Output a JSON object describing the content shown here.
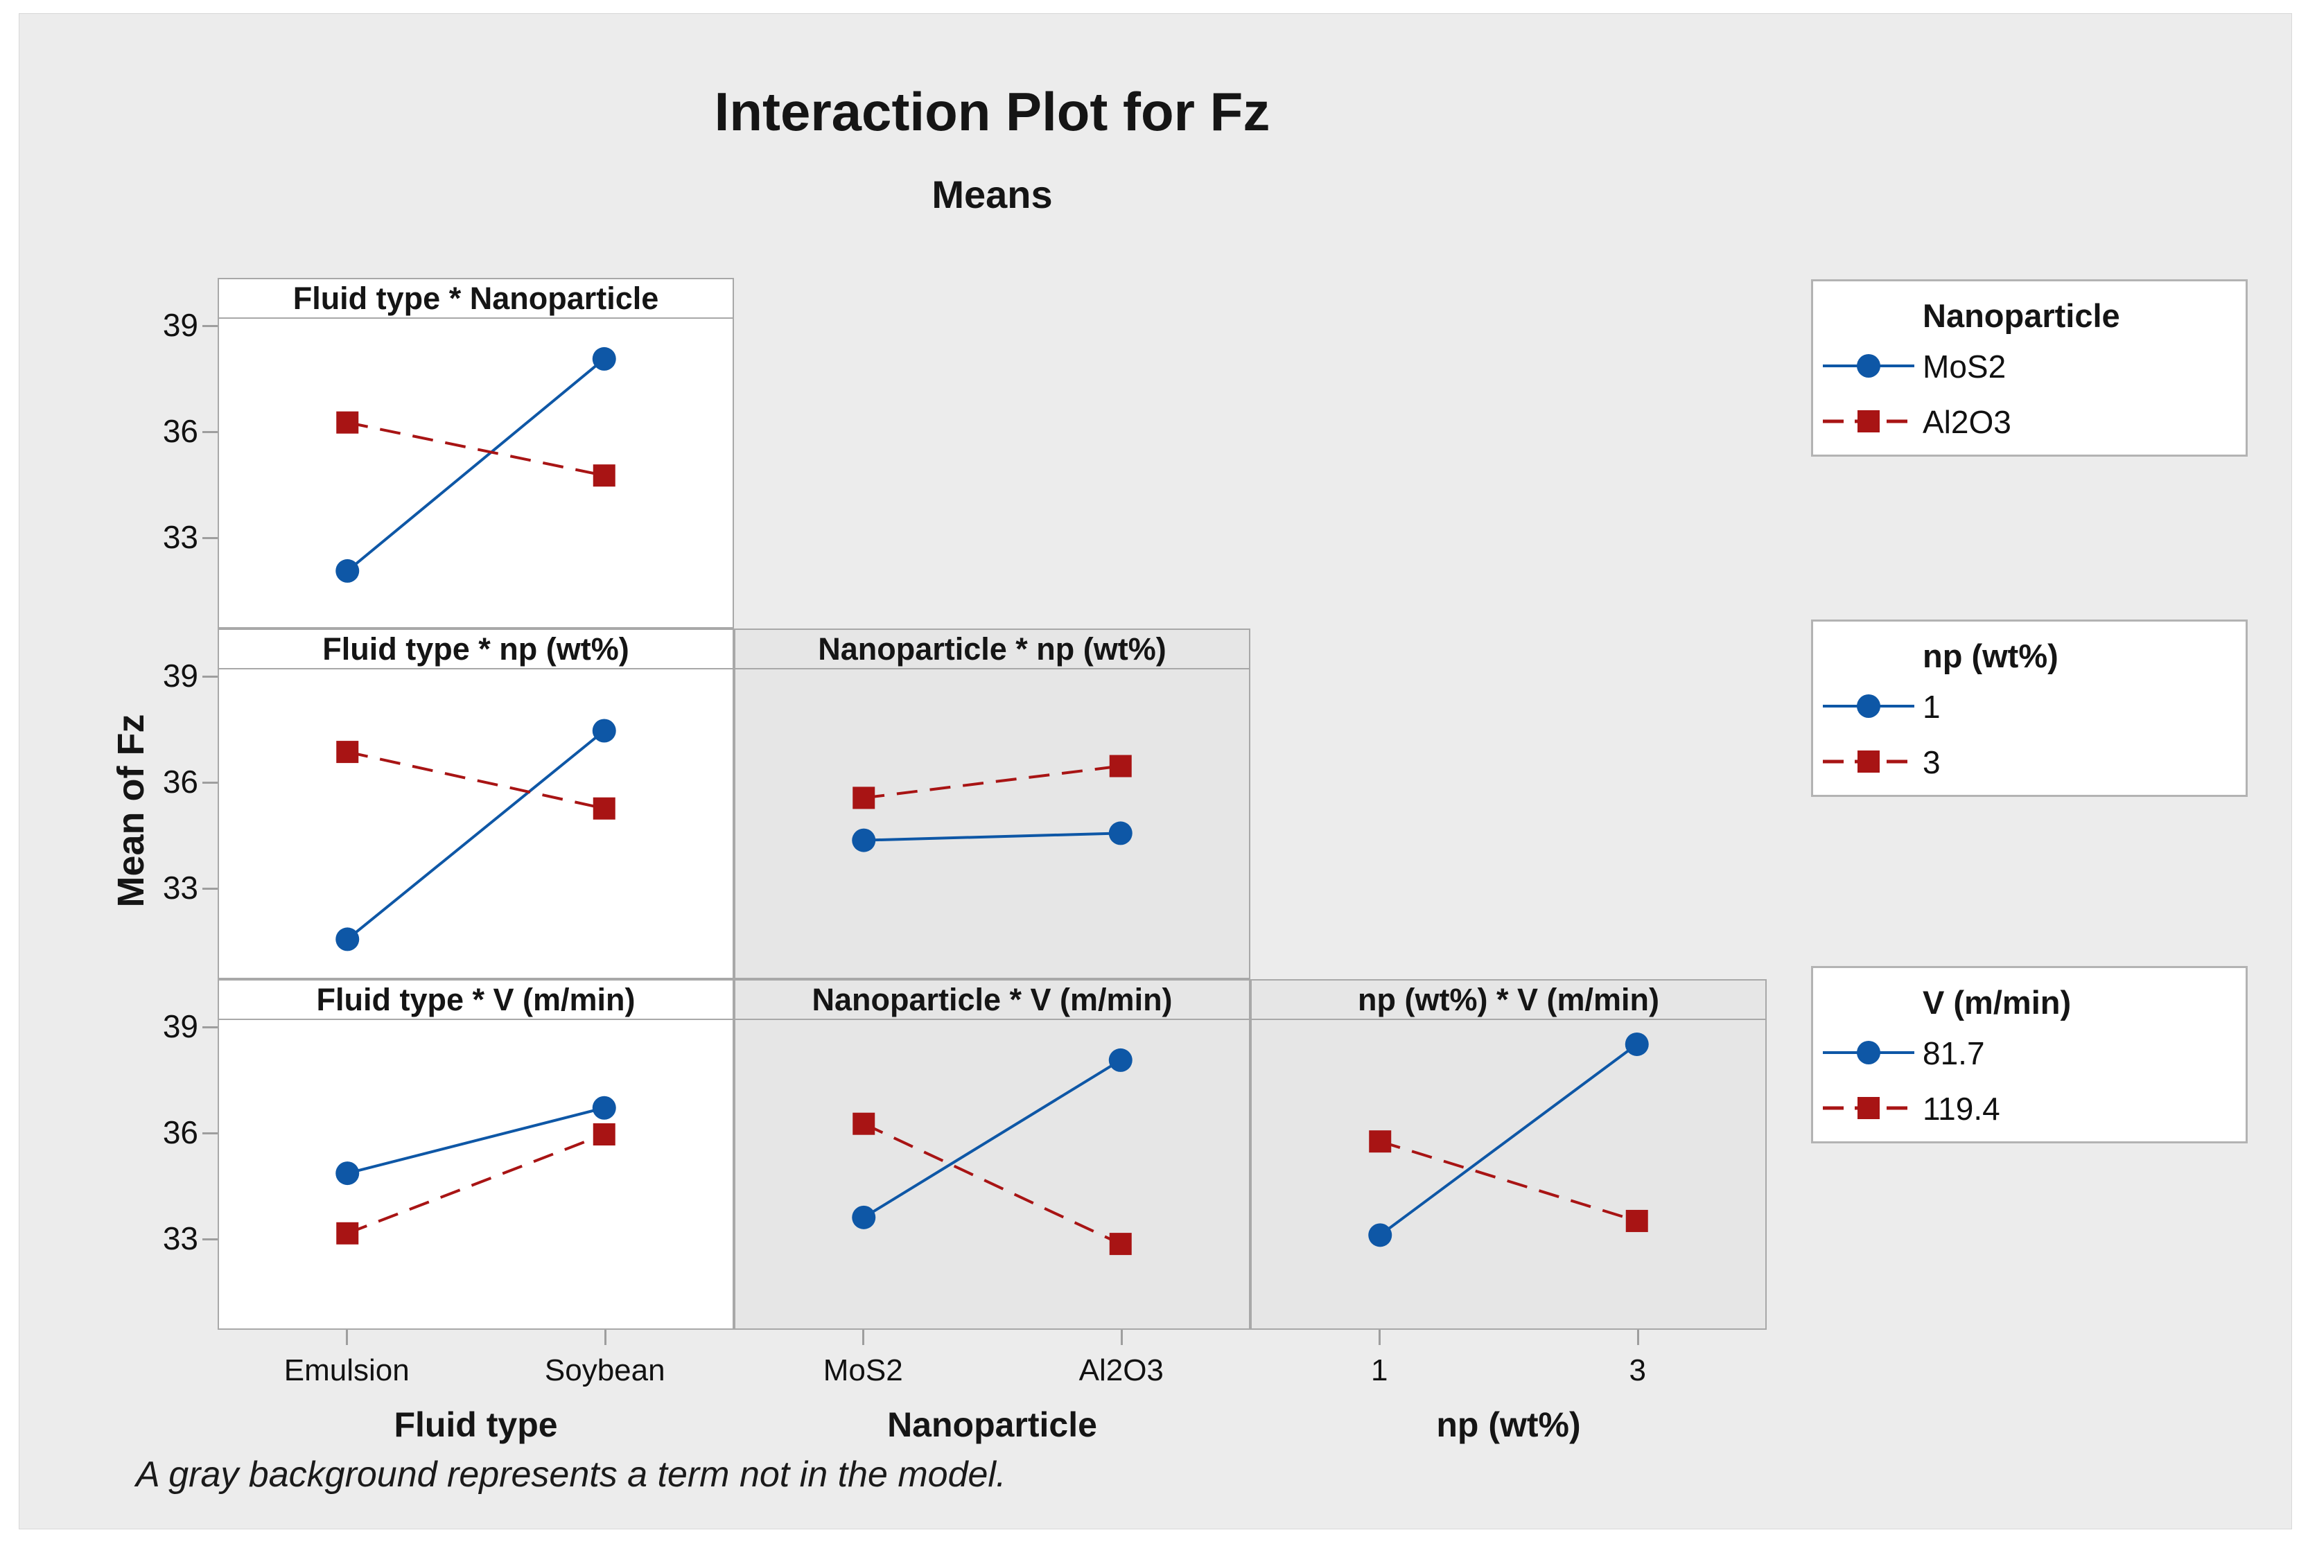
{
  "chart_data": {
    "type": "line",
    "title": "Interaction Plot for Fz",
    "subtitle": "Means",
    "ylabel": "Mean of Fz",
    "yticks": [
      39,
      36,
      33
    ],
    "ylim": [
      30.4,
      39.4
    ],
    "grid": false,
    "footnote": "A gray background represents a term not in the model.",
    "colors": {
      "series1": "#0e57a6",
      "series2": "#a81414",
      "canvas_bg": "#ececec",
      "panel_in_model_bg": "#ffffff",
      "panel_not_in_model_bg": "#e6e6e6",
      "panel_border": "#a8a8a8"
    },
    "columns": [
      {
        "axis_title": "Fluid type",
        "categories": [
          "Emulsion",
          "Soybean"
        ]
      },
      {
        "axis_title": "Nanoparticle",
        "categories": [
          "MoS2",
          "Al2O3"
        ]
      },
      {
        "axis_title": "np (wt%)",
        "categories": [
          "1",
          "3"
        ]
      }
    ],
    "panels": [
      {
        "row": 0,
        "col": 0,
        "title": "Fluid type * Nanoparticle",
        "in_model": true,
        "series": [
          {
            "name": "MoS2",
            "color": "series1",
            "line": "solid",
            "marker": "circle",
            "values": [
              32.1,
              38.1
            ]
          },
          {
            "name": "Al2O3",
            "color": "series2",
            "line": "dashed",
            "marker": "square",
            "values": [
              36.3,
              34.8
            ]
          }
        ]
      },
      {
        "row": 1,
        "col": 0,
        "title": "Fluid type * np (wt%)",
        "in_model": true,
        "series": [
          {
            "name": "1",
            "color": "series1",
            "line": "solid",
            "marker": "circle",
            "values": [
              31.6,
              37.5
            ]
          },
          {
            "name": "3",
            "color": "series2",
            "line": "dashed",
            "marker": "square",
            "values": [
              36.9,
              35.3
            ]
          }
        ]
      },
      {
        "row": 1,
        "col": 1,
        "title": "Nanoparticle * np (wt%)",
        "in_model": false,
        "series": [
          {
            "name": "1",
            "color": "series1",
            "line": "solid",
            "marker": "circle",
            "values": [
              34.4,
              34.6
            ]
          },
          {
            "name": "3",
            "color": "series2",
            "line": "dashed",
            "marker": "square",
            "values": [
              35.6,
              36.5
            ]
          }
        ]
      },
      {
        "row": 2,
        "col": 0,
        "title": "Fluid type * V (m/min)",
        "in_model": true,
        "series": [
          {
            "name": "81.7",
            "color": "series1",
            "line": "solid",
            "marker": "circle",
            "values": [
              34.9,
              36.75
            ]
          },
          {
            "name": "119.4",
            "color": "series2",
            "line": "dashed",
            "marker": "square",
            "values": [
              33.2,
              36.0
            ]
          }
        ]
      },
      {
        "row": 2,
        "col": 1,
        "title": "Nanoparticle * V (m/min)",
        "in_model": false,
        "series": [
          {
            "name": "81.7",
            "color": "series1",
            "line": "solid",
            "marker": "circle",
            "values": [
              33.65,
              38.1
            ]
          },
          {
            "name": "119.4",
            "color": "series2",
            "line": "dashed",
            "marker": "square",
            "values": [
              36.3,
              32.9
            ]
          }
        ]
      },
      {
        "row": 2,
        "col": 2,
        "title": "np (wt%) * V (m/min)",
        "in_model": false,
        "series": [
          {
            "name": "81.7",
            "color": "series1",
            "line": "solid",
            "marker": "circle",
            "values": [
              33.15,
              38.55
            ]
          },
          {
            "name": "119.4",
            "color": "series2",
            "line": "dashed",
            "marker": "square",
            "values": [
              35.8,
              33.55
            ]
          }
        ]
      }
    ],
    "legends": [
      {
        "title": "Nanoparticle",
        "entries": [
          {
            "label": "MoS2",
            "color": "series1",
            "line": "solid",
            "marker": "circle"
          },
          {
            "label": "Al2O3",
            "color": "series2",
            "line": "dashed",
            "marker": "square"
          }
        ]
      },
      {
        "title": "np (wt%)",
        "entries": [
          {
            "label": "1",
            "color": "series1",
            "line": "solid",
            "marker": "circle"
          },
          {
            "label": "3",
            "color": "series2",
            "line": "dashed",
            "marker": "square"
          }
        ]
      },
      {
        "title": "V (m/min)",
        "entries": [
          {
            "label": "81.7",
            "color": "series1",
            "line": "solid",
            "marker": "circle"
          },
          {
            "label": "119.4",
            "color": "series2",
            "line": "dashed",
            "marker": "square"
          }
        ]
      }
    ]
  }
}
